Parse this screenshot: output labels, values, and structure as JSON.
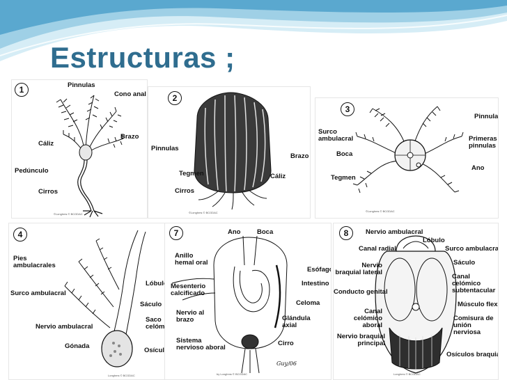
{
  "slide": {
    "title": "Estructuras ;",
    "colors": {
      "title": "#2f6d8f",
      "wave_light": "#cfe8f3",
      "wave_mid": "#8fc5de",
      "wave_dark": "#4a9bc4"
    }
  },
  "panels": [
    {
      "number": "1",
      "labels": [
        "Pinnulas",
        "Cono anal",
        "Brazo",
        "Cáliz",
        "Pedúnculo",
        "Cirros"
      ],
      "credit": "©Longhms © BCGDAC"
    },
    {
      "number": "2",
      "labels": [
        "Pinnulas",
        "Brazo",
        "Tegmen",
        "Cáliz",
        "Cirros"
      ],
      "credit": "©Longhms © BCGDAC"
    },
    {
      "number": "3",
      "labels": [
        "Pinnula",
        "Surco ambulacral",
        "Primeras pinnulas",
        "Boca",
        "Ano",
        "Tegmen"
      ],
      "credit": "©Longhms © BCGDAC"
    },
    {
      "number": "4",
      "labels": [
        "Pies ambulacrales",
        "Lóbulo",
        "Surco ambulacral",
        "Sáculo",
        "Saco celómico",
        "Nervio ambulacral",
        "Gónada",
        "Osículo"
      ],
      "credit": "Longhms © BCGDAC"
    },
    {
      "number": "7",
      "labels": [
        "Ano",
        "Boca",
        "Anillo hemal oral",
        "Esófago",
        "Intestino",
        "Mesenterio calcificado",
        "Celoma",
        "Nervio al brazo",
        "Glándula axial",
        "Sistema nervioso aboral",
        "Cirro"
      ],
      "credit": "by Longhms © BCGDAC",
      "signature": "Guy/06"
    },
    {
      "number": "8",
      "labels": [
        "Nervio ambulacral",
        "Lóbulo",
        "Canal radial",
        "Surco ambulacral",
        "Nervio braquial lateral",
        "Sáculo",
        "Canal celómico subtentacular",
        "Conducto genital",
        "Músculo flexor",
        "Canal celómico aboral",
        "Comisura de unión nerviosa",
        "Nervio braquial principal",
        "Osículos braquiales"
      ],
      "credit": "Longhms © BCGDAC"
    }
  ]
}
